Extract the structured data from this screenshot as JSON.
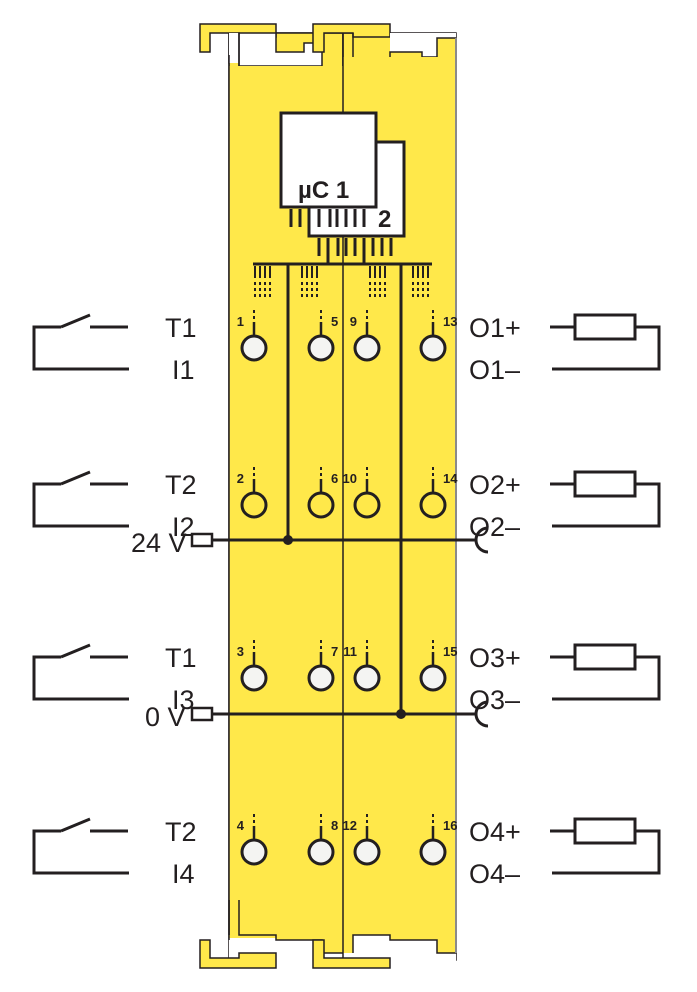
{
  "colors": {
    "module_fill": "#ffe84a",
    "line": "#231f20",
    "terminal_white": "#f4f4f2",
    "background": "#ffffff"
  },
  "microcontrollers": {
    "primary_label": "µC 1",
    "secondary_label": "2"
  },
  "supply": {
    "plus_label": "24 V",
    "minus_label": "0 V"
  },
  "inputs": [
    {
      "test_label": "T1",
      "input_label": "I1",
      "terminals": [
        "1",
        "5"
      ]
    },
    {
      "test_label": "T2",
      "input_label": "I2",
      "terminals": [
        "2",
        "6"
      ]
    },
    {
      "test_label": "T1",
      "input_label": "I3",
      "terminals": [
        "3",
        "7"
      ]
    },
    {
      "test_label": "T2",
      "input_label": "I4",
      "terminals": [
        "4",
        "8"
      ]
    }
  ],
  "outputs": [
    {
      "plus_label": "O1+",
      "minus_label": "O1–",
      "terminals": [
        "9",
        "13"
      ]
    },
    {
      "plus_label": "O2+",
      "minus_label": "O2–",
      "terminals": [
        "10",
        "14"
      ]
    },
    {
      "plus_label": "O3+",
      "minus_label": "O3–",
      "terminals": [
        "11",
        "15"
      ]
    },
    {
      "plus_label": "O4+",
      "minus_label": "O4–",
      "terminals": [
        "12",
        "16"
      ]
    }
  ],
  "terminal_rows": [
    {
      "numbers": [
        "1",
        "5",
        "9",
        "13"
      ],
      "fill": "white"
    },
    {
      "numbers": [
        "2",
        "6",
        "10",
        "14"
      ],
      "fill": "yellow"
    },
    {
      "numbers": [
        "3",
        "7",
        "11",
        "15"
      ],
      "fill": "white"
    },
    {
      "numbers": [
        "4",
        "8",
        "12",
        "16"
      ],
      "fill": "white"
    }
  ]
}
